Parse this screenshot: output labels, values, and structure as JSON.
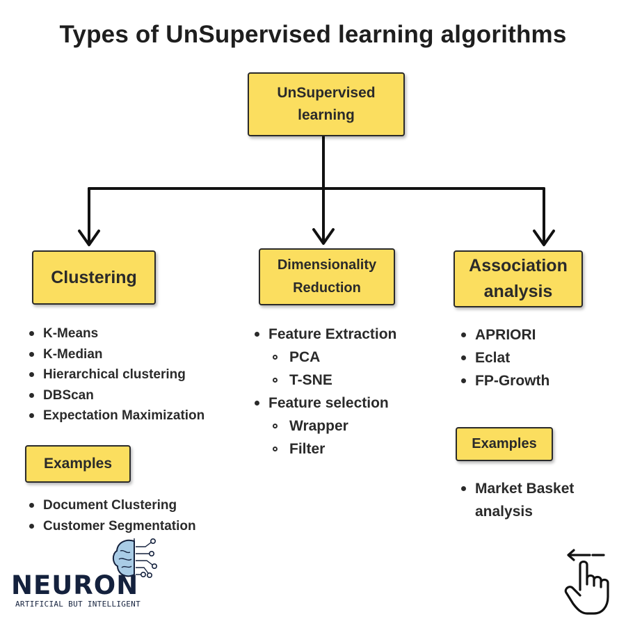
{
  "title": "Types of UnSupervised learning algorithms",
  "root": {
    "line1": "UnSupervised",
    "line2": "learning"
  },
  "branches": {
    "clustering": {
      "label": "Clustering",
      "items": [
        "K-Means",
        "K-Median",
        "Hierarchical clustering",
        "DBScan",
        "Expectation Maximization"
      ],
      "examples_label": "Examples",
      "examples": [
        "Document Clustering",
        "Customer Segmentation"
      ]
    },
    "dimensionality": {
      "label_line1": "Dimensionality",
      "label_line2": "Reduction",
      "groups": [
        {
          "label": "Feature Extraction",
          "items": [
            "PCA",
            "T-SNE"
          ]
        },
        {
          "label": "Feature selection",
          "items": [
            "Wrapper",
            "Filter"
          ]
        }
      ]
    },
    "association": {
      "label_line1": "Association",
      "label_line2": "analysis",
      "items": [
        "APRIORI",
        "Eclat",
        "FP-Growth"
      ],
      "examples_label": "Examples",
      "examples_line1": "Market Basket",
      "examples_line2": "analysis"
    }
  },
  "logo": {
    "wordmark": "NEURON",
    "tagline": "ARTIFICIAL BUT INTELLIGENT"
  },
  "colors": {
    "box_fill": "#fbde5f",
    "stroke": "#2a2a2a",
    "logo": "#14213d"
  },
  "icons": {
    "logo": "brain-circuit-icon",
    "swipe": "swipe-hand-icon"
  }
}
